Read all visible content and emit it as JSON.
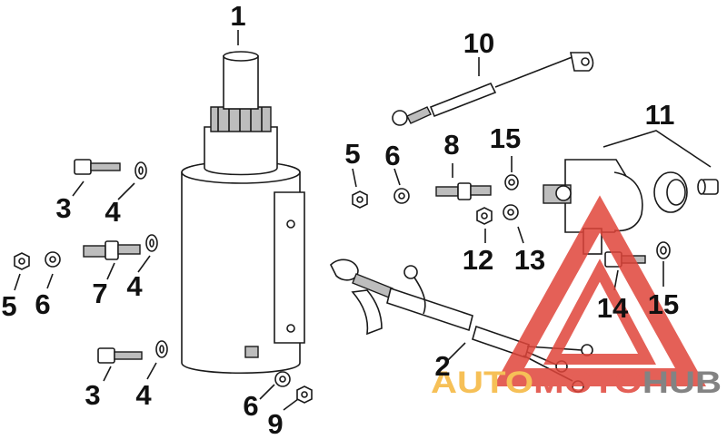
{
  "labels": {
    "l1": "1",
    "l2": "2",
    "l3a": "3",
    "l4a": "4",
    "l5a": "5",
    "l6a": "6",
    "l7": "7",
    "l4b": "4",
    "l3b": "3",
    "l4c": "4",
    "l6b": "6",
    "l9": "9",
    "l5b": "5",
    "l6c": "6",
    "l8": "8",
    "l15a": "15",
    "l10": "10",
    "l11": "11",
    "l12": "12",
    "l13": "13",
    "l14": "14",
    "l15b": "15"
  },
  "watermark": {
    "part1": "AUTO",
    "part2": "MOTO",
    "part3": "HUB",
    "colors": {
      "orange": "#f5b63a",
      "red": "#e0453a",
      "gray": "#6e6e6e"
    }
  }
}
